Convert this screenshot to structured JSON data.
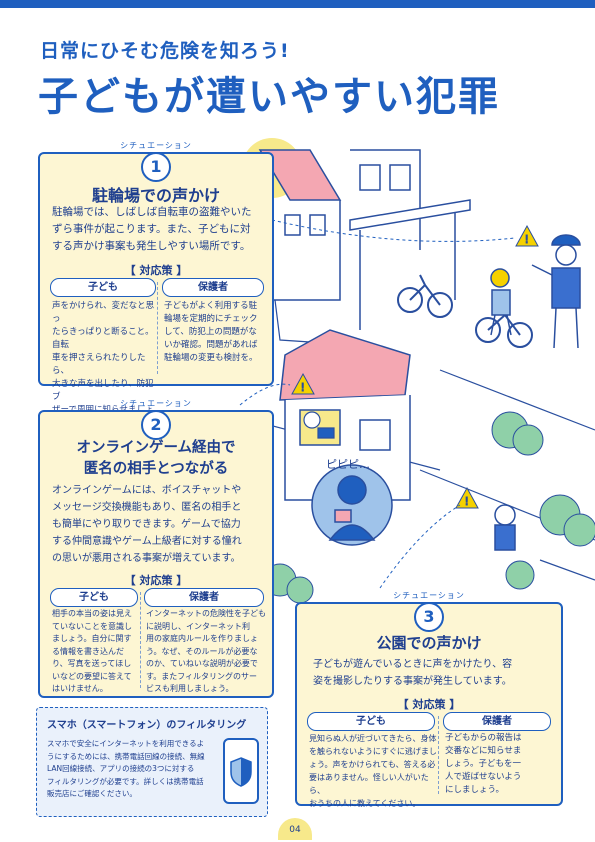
{
  "header": {
    "subtitle": "日常にひそむ危険を知ろう!",
    "title": "子どもが遭いやすい犯罪"
  },
  "situations": [
    {
      "label": "シチュエーション",
      "number": "1",
      "title": "駐輪場での声かけ",
      "body": [
        "駐輪場では、しばしば自転車の盗難やいた",
        "ずら事件が起こります。また、子どもに対",
        "する声かけ事案も発生しやすい場所です。"
      ],
      "measures_label": "【 対応策 】",
      "child_head": "子ども",
      "child_text": [
        "声をかけられ、変だなと思っ",
        "たらきっぱりと断ること。自転",
        "車を押さえられたりしたら、",
        "大きな声を出したり、防犯ブ",
        "ザーで周囲に知らせましょう。"
      ],
      "guardian_head": "保護者",
      "guardian_text": [
        "子どもがよく利用する駐",
        "輪場を定期的にチェック",
        "して、防犯上の問題がな",
        "いか確認。問題があれば",
        "駐輪場の変更も検討を。"
      ]
    },
    {
      "label": "シチュエーション",
      "number": "2",
      "title_lines": [
        "オンラインゲーム経由で",
        "匿名の相手とつながる"
      ],
      "body": [
        "オンラインゲームには、ボイスチャットや",
        "メッセージ交換機能もあり、匿名の相手と",
        "も簡単にやり取りできます。ゲームで協力",
        "する仲間意識やゲーム上級者に対する憧れ",
        "の思いが悪用される事案が増えています。"
      ],
      "measures_label": "【 対応策 】",
      "child_head": "子ども",
      "child_text": [
        "相手の本当の姿は見え",
        "ていないことを意識し",
        "ましょう。自分に関す",
        "る情報を書き込んだ",
        "り、写真を送ってほし",
        "いなどの要望に答えて",
        "はいけません。"
      ],
      "guardian_head": "保護者",
      "guardian_text": [
        "インターネットの危険性を子ども",
        "に説明し、インターネット利",
        "用の家庭内ルールを作りましょ",
        "う。なぜ、そのルールが必要な",
        "のか、ていねいな説明が必要で",
        "す。またフィルタリングのサー",
        "ビスも利用しましょう。"
      ]
    },
    {
      "label": "シチュエーション",
      "number": "3",
      "title": "公園での声かけ",
      "body": [
        "子どもが遊んでいるときに声をかけたり、容",
        "姿を撮影したりする事案が発生しています。"
      ],
      "measures_label": "【 対応策 】",
      "child_head": "子ども",
      "child_text": [
        "見知らぬ人が近づいてきたら、身体",
        "を触られないようにすぐに逃げまし",
        "ょう。声をかけられても、答える必",
        "要はありません。怪しい人がいたら、",
        "おうちの人に教えてください。"
      ],
      "guardian_head": "保護者",
      "guardian_text": [
        "子どもからの報告は",
        "交番などに知らせま",
        "しょう。子どもを一",
        "人で遊ばせないよう",
        "にしましょう。"
      ]
    }
  ],
  "filtering": {
    "title": "スマホ（スマートフォン）のフィルタリング",
    "text": [
      "スマホで安全にインターネットを利用できるよ",
      "うにするためには、携帯電話回線の接続、無線",
      "LAN回線接続、アプリの接続の3つに対する",
      "フィルタリングが必要です。詳しくは携帯電話",
      "販売店にご確認ください。"
    ]
  },
  "illustration": {
    "speech_bubble": "ピピピ…"
  },
  "page_number": "04",
  "colors": {
    "primary": "#1f5fbf",
    "card_bg": "#fdf6d3",
    "warning": "#f5d100",
    "roof": "#f4a7b2",
    "accent_blue": "#9fc3ea"
  }
}
